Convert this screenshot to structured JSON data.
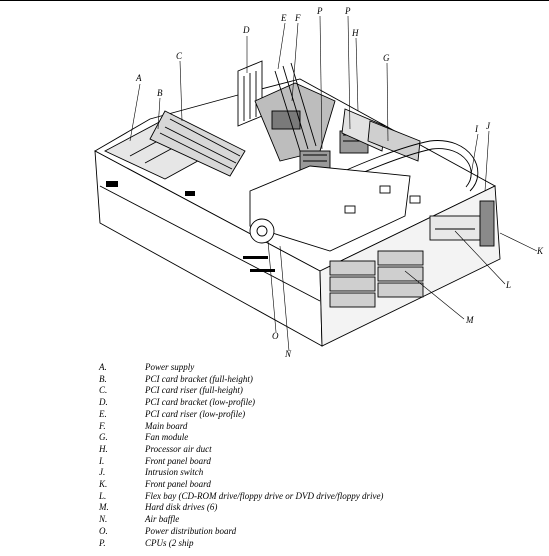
{
  "callouts": [
    "A",
    "B",
    "C",
    "D",
    "E",
    "F",
    "P",
    "P",
    "H",
    "G",
    "I",
    "J",
    "K",
    "L",
    "M",
    "O",
    "N"
  ],
  "legend": [
    {
      "letter": "A.",
      "text": "Power supply"
    },
    {
      "letter": "B.",
      "text": "PCI card bracket (full-height)"
    },
    {
      "letter": "C.",
      "text": "PCI card riser (full-height)"
    },
    {
      "letter": "D.",
      "text": "PCI card bracket (low-profile)"
    },
    {
      "letter": "E.",
      "text": "PCI card riser (low-profile)"
    },
    {
      "letter": "F.",
      "text": "Main board"
    },
    {
      "letter": "G.",
      "text": "Fan module"
    },
    {
      "letter": "H.",
      "text": "Processor air duct"
    },
    {
      "letter": "I.",
      "text": "Front panel board"
    },
    {
      "letter": "J.",
      "text": "Intrusion switch"
    },
    {
      "letter": "K.",
      "text": "Front panel board"
    },
    {
      "letter": "L.",
      "text": "Flex bay (CD-ROM drive/floppy drive or DVD drive/floppy drive)"
    },
    {
      "letter": "M.",
      "text": "Hard disk drives (6)"
    },
    {
      "letter": "N.",
      "text": "Air baffle"
    },
    {
      "letter": "O.",
      "text": "Power distribution board"
    },
    {
      "letter": "P.",
      "text": "CPUs (2 ship"
    }
  ]
}
